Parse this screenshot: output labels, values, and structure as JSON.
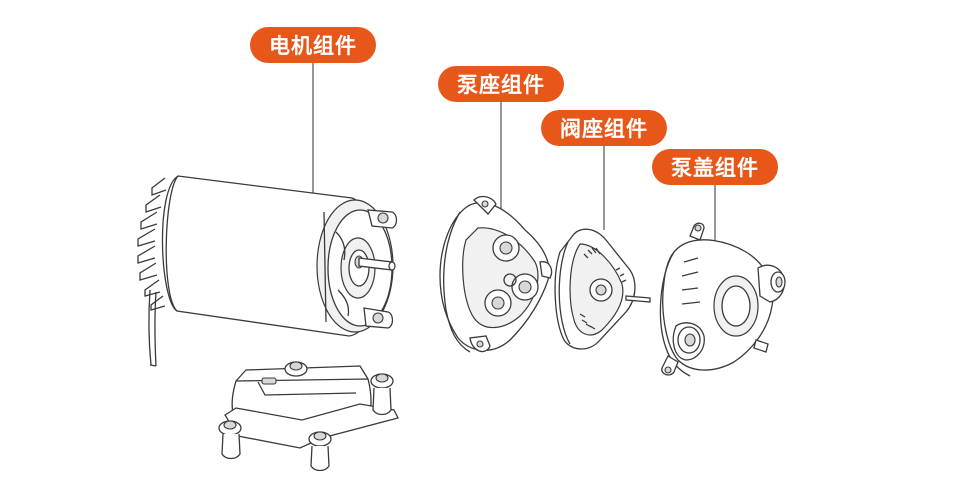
{
  "colors": {
    "accent": "#e8571a",
    "line": "#3a3a3a",
    "background": "#ffffff"
  },
  "labels": {
    "motor": "电机组件",
    "pump_seat": "泵座组件",
    "valve_seat": "阀座组件",
    "pump_cover": "泵盖组件"
  }
}
